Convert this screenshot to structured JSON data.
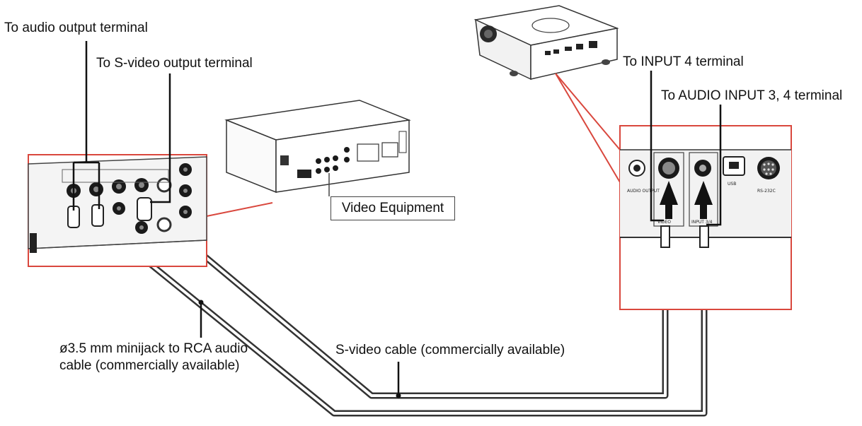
{
  "labels": {
    "audio_output": "To audio output terminal",
    "svideo_output": "To S-video output terminal",
    "input4": "To INPUT 4 terminal",
    "audio_input": "To AUDIO INPUT 3, 4 terminal",
    "video_equipment": "Video Equipment",
    "minijack_cable": "ø3.5 mm minijack to RCA audio cable (commercially available)",
    "svideo_cable": "S-video cable (commercially available)"
  },
  "projector_panel": {
    "audio_out": "AUDIO OUTPUT",
    "usb": "USB",
    "rs232c": "RS-232C",
    "video_small": "VIDEO",
    "input_small": "INPUT 3/4"
  },
  "colors": {
    "callout_border": "#d9473d",
    "cable_stroke": "#333333",
    "device_fill": "#ffffff",
    "port_fill": "#1a1a1a"
  },
  "icons": [
    "svideo-connector-icon",
    "rca-connector-icon",
    "usb-port-icon",
    "rs232c-port-icon",
    "arrow-up-icon"
  ]
}
